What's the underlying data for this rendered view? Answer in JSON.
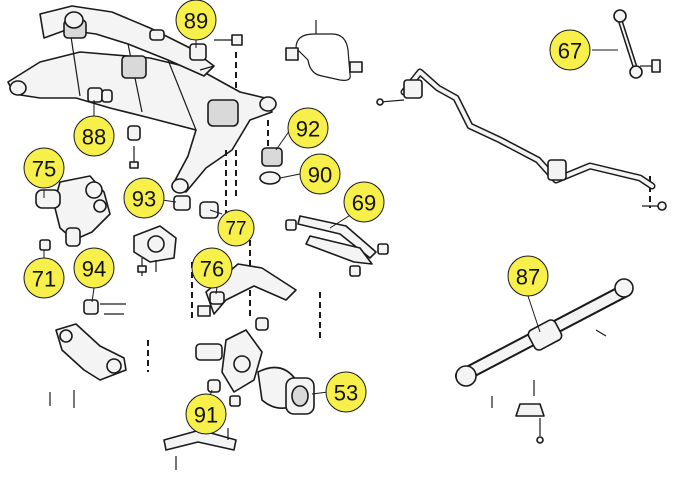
{
  "colors": {
    "callout_fill": "#f7ef4a",
    "line": "#1a1a1a"
  },
  "callouts": [
    {
      "id": "c89",
      "label": "89"
    },
    {
      "id": "c88",
      "label": "88"
    },
    {
      "id": "c75",
      "label": "75"
    },
    {
      "id": "c71",
      "label": "71"
    },
    {
      "id": "c94",
      "label": "94"
    },
    {
      "id": "c93",
      "label": "93"
    },
    {
      "id": "c77",
      "label": "77"
    },
    {
      "id": "c92",
      "label": "92"
    },
    {
      "id": "c90",
      "label": "90"
    },
    {
      "id": "c69",
      "label": "69"
    },
    {
      "id": "c76",
      "label": "76"
    },
    {
      "id": "c91",
      "label": "91"
    },
    {
      "id": "c53",
      "label": "53"
    },
    {
      "id": "c67",
      "label": "67"
    },
    {
      "id": "c87",
      "label": "87"
    }
  ]
}
